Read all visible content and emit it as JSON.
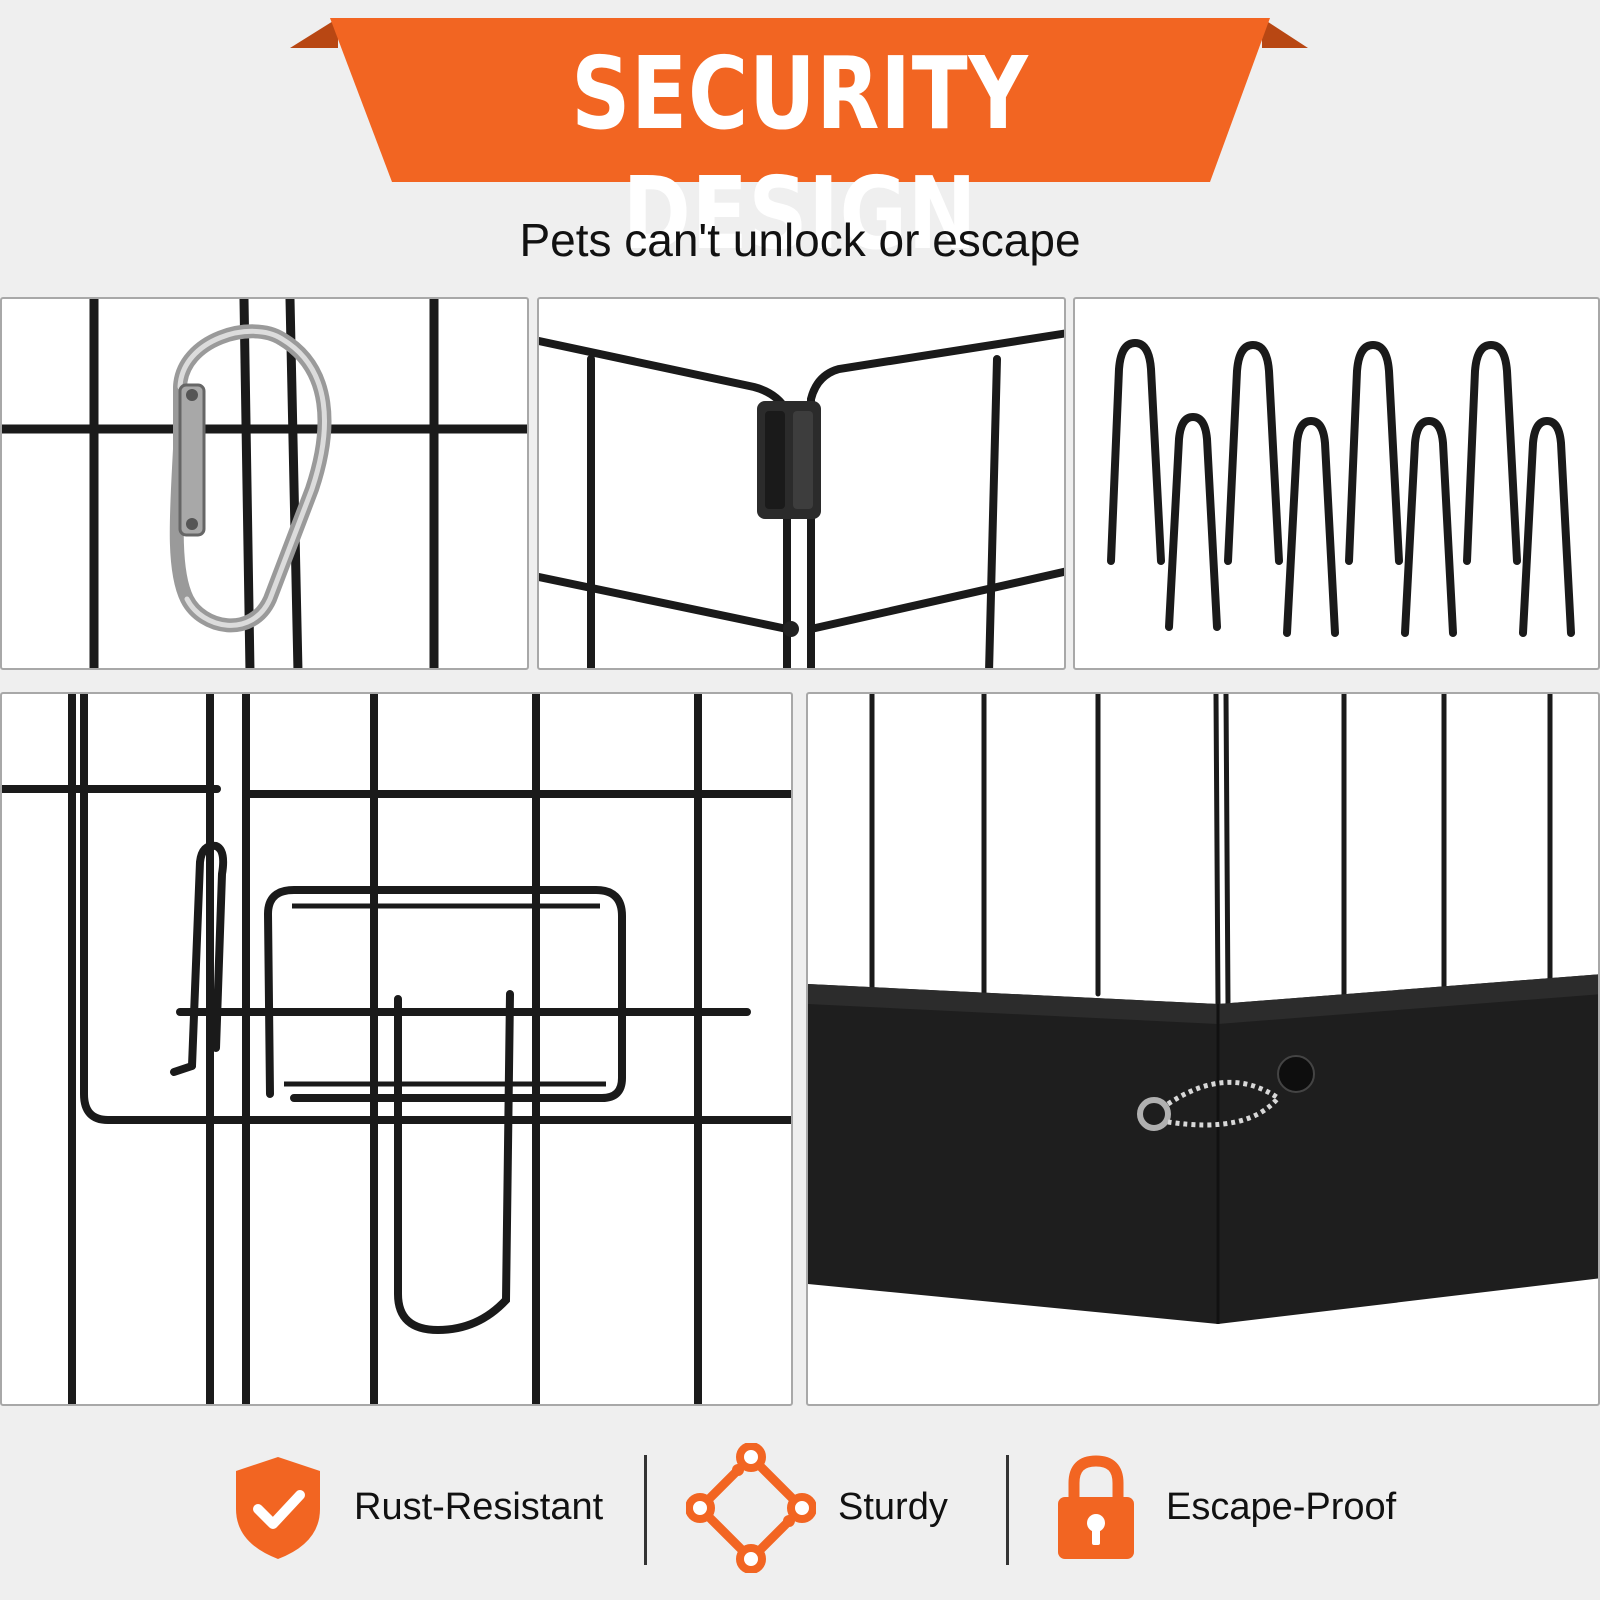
{
  "banner": {
    "title": "SECURITY DESIGN",
    "color": "#f26522"
  },
  "subtitle": "Pets can't unlock or escape",
  "panels": [
    {
      "name": "carabiner-clip",
      "icon": "carabiner"
    },
    {
      "name": "panel-hinge-connector",
      "icon": "hinge"
    },
    {
      "name": "ground-stakes",
      "icon": "u-stakes"
    },
    {
      "name": "door-latch",
      "icon": "latch"
    },
    {
      "name": "fabric-bottom-cover",
      "icon": "fabric-cover"
    }
  ],
  "features": [
    {
      "label": "Rust-Resistant",
      "icon": "shield-check-icon"
    },
    {
      "label": "Sturdy",
      "icon": "diamond-nodes-icon"
    },
    {
      "label": "Escape-Proof",
      "icon": "padlock-icon"
    }
  ],
  "accent_color": "#f26522"
}
